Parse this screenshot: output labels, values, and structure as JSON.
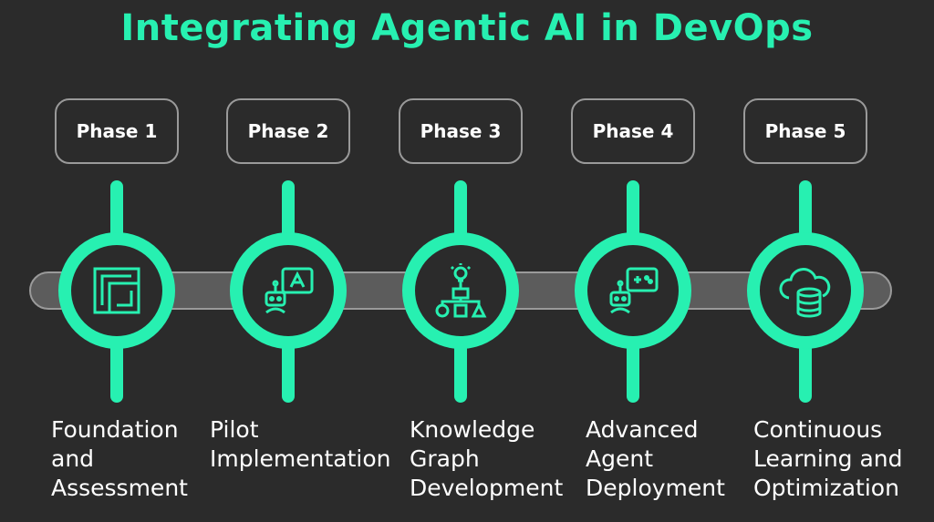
{
  "title": "Integrating Agentic AI in DevOps",
  "colors": {
    "accent": "#27f0b1",
    "background": "#2b2b2b",
    "track": "#5c5c5c",
    "outline": "#9a9a9a",
    "text": "#ffffff"
  },
  "phases": [
    {
      "label": "Phase 1",
      "description": "Foundation\nand\nAssessment",
      "icon": "frame-icon"
    },
    {
      "label": "Phase 2",
      "description": "Pilot\nImplementation",
      "icon": "robot-screen-icon"
    },
    {
      "label": "Phase 3",
      "description": "Knowledge\nGraph\nDevelopment",
      "icon": "knowledge-graph-icon"
    },
    {
      "label": "Phase 4",
      "description": "Advanced\nAgent\nDeployment",
      "icon": "robot-gamepad-icon"
    },
    {
      "label": "Phase 5",
      "description": "Continuous\nLearning and\nOptimization",
      "icon": "cloud-database-icon"
    }
  ]
}
